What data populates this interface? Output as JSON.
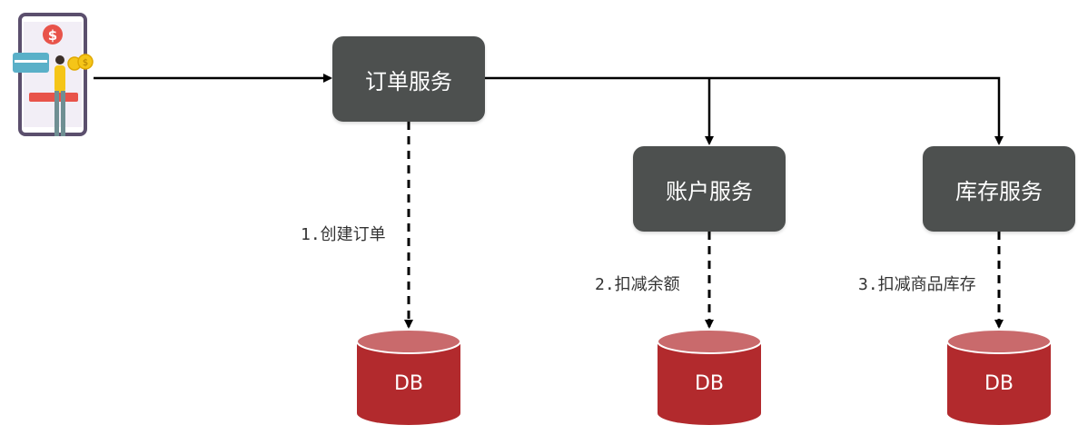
{
  "services": {
    "order": "订单服务",
    "account": "账户服务",
    "storage": "库存服务"
  },
  "steps": {
    "order": "1.创建订单",
    "account": "2.扣减余额",
    "storage": "3.扣减商品库存"
  },
  "databases": {
    "order": "DB",
    "account": "DB",
    "storage": "DB"
  },
  "colors": {
    "service_box": "#4d504f",
    "db_body": "#b22a2d",
    "db_top": "#c96a6c",
    "db_rim": "#ffffff",
    "arrow": "#000000",
    "phone_frame": "#5b4f6d",
    "coin": "#f5c518",
    "dollar_badge": "#e8534a"
  },
  "icons": {
    "client": "mobile-payment-person-icon"
  }
}
